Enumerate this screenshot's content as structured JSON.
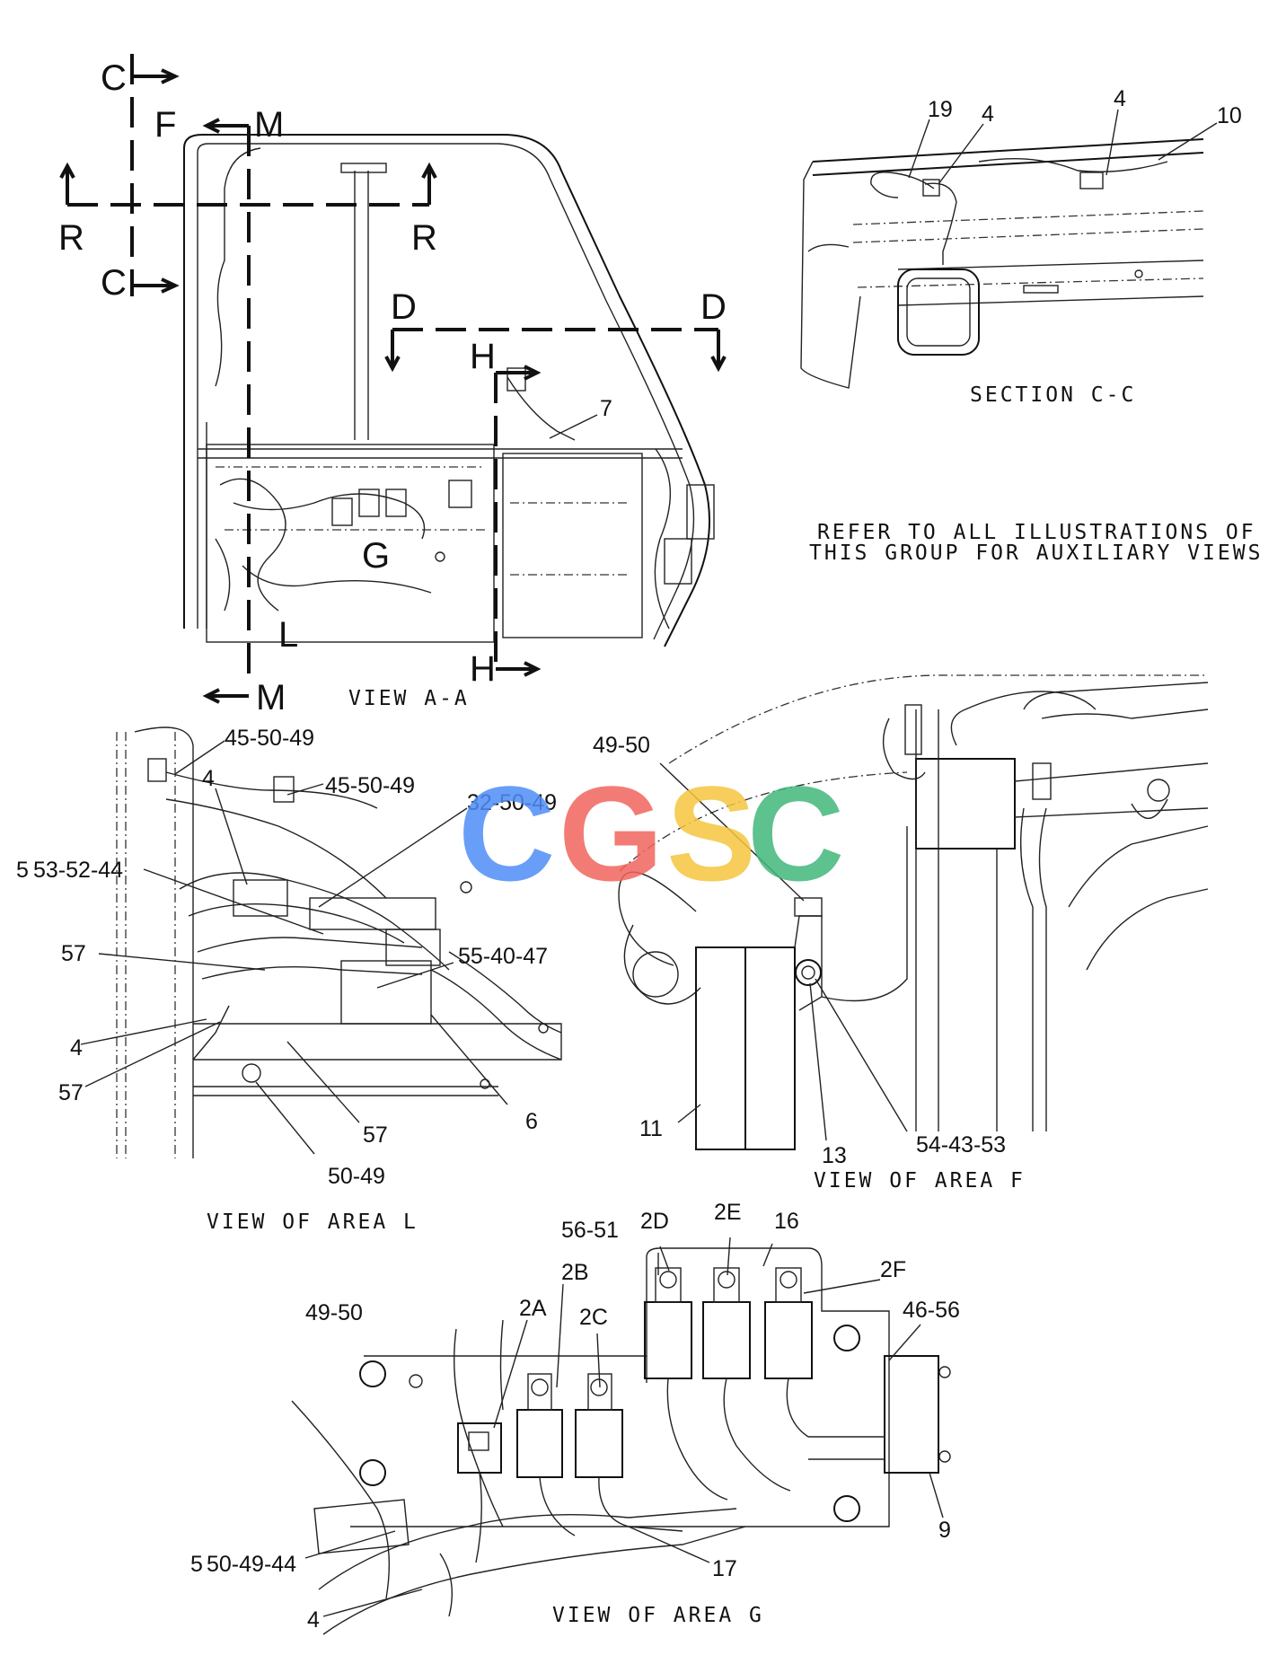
{
  "watermark": {
    "letters": [
      "C",
      "G",
      "S",
      "C"
    ],
    "colors": [
      "#4f8ef7",
      "#f0665e",
      "#f6c640",
      "#41b87a"
    ]
  },
  "view_aa": {
    "caption": "VIEW A-A",
    "section_marks": [
      "C",
      "C",
      "F",
      "M",
      "M",
      "R",
      "R",
      "D",
      "D",
      "H",
      "H",
      "G",
      "L"
    ],
    "callouts": [
      "7"
    ]
  },
  "section_cc": {
    "caption": "SECTION C-C",
    "callouts": [
      "19",
      "4",
      "4",
      "10"
    ]
  },
  "note": {
    "line1": "REFER TO ALL ILLUSTRATIONS OF",
    "line2": "THIS GROUP FOR AUXILIARY VIEWS"
  },
  "area_l": {
    "caption": "VIEW OF AREA L",
    "callouts": [
      "45-50-49",
      "4",
      "45-50-49",
      "32-50-49",
      "5",
      "53-52-44",
      "57",
      "55-40-47",
      "4",
      "57",
      "6",
      "57",
      "50-49"
    ]
  },
  "area_f": {
    "caption": "VIEW OF AREA F",
    "callouts": [
      "49-50",
      "11",
      "13",
      "54-43-53"
    ]
  },
  "area_g": {
    "caption": "VIEW OF AREA G",
    "callouts": [
      "56-51",
      "2D",
      "2E",
      "16",
      "2B",
      "2F",
      "49-50",
      "2A",
      "2C",
      "46-56",
      "9",
      "5",
      "50-49-44",
      "17",
      "4"
    ]
  }
}
